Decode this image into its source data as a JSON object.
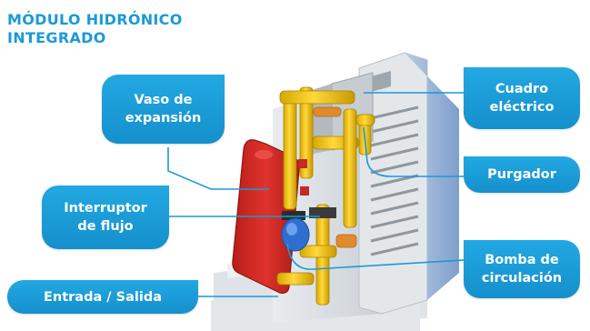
{
  "title": {
    "line1": "MÓDULO HIDRÓNICO",
    "line2": "INTEGRADO"
  },
  "labels": {
    "vaso": {
      "line1": "Vaso de",
      "line2": "expansión"
    },
    "interruptor": {
      "line1": "Interruptor",
      "line2": "de flujo"
    },
    "entrada": {
      "line1": "Entrada / Salida"
    },
    "cuadro": {
      "line1": "Cuadro",
      "line2": "eléctrico"
    },
    "purgador": {
      "line1": "Purgador"
    },
    "bomba": {
      "line1": "Bomba de",
      "line2": "circulación"
    }
  },
  "colors": {
    "accent": "#1a9ad6",
    "callout": "#1893cf",
    "pipe": "#f2c400",
    "tank": "#d42a25",
    "pump": "#2f6fd0"
  }
}
